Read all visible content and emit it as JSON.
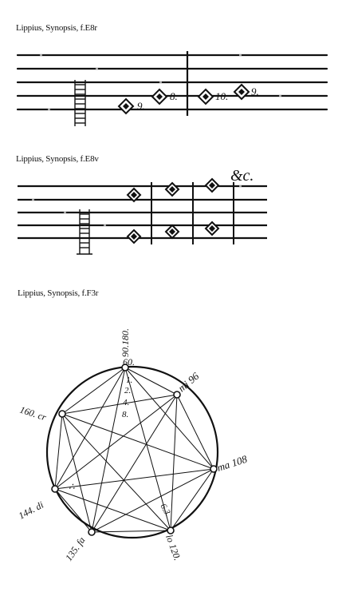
{
  "captions": {
    "fig1": "Lippius, Synopsis, f.E8r",
    "fig2": "Lippius, Synopsis, f.E8v",
    "fig3": "Lippius, Synopsis, f.F3r"
  },
  "fig1": {
    "numbers": [
      "9.",
      "8.",
      "10.",
      "9."
    ]
  },
  "fig2": {
    "etc": "&c."
  },
  "circle": {
    "top_label": "60.",
    "top_stack": "90.180.",
    "inner_stack": [
      "1.",
      "2.",
      "4.",
      "8."
    ],
    "nodes": [
      {
        "label": "mi 96"
      },
      {
        "label": "ma 108"
      },
      {
        "label": "lo 120."
      },
      {
        "label": "135. fa"
      },
      {
        "label": "144. di"
      },
      {
        "label": "160. cr"
      }
    ],
    "inner_left": "∴",
    "inner_right": "6.3."
  }
}
